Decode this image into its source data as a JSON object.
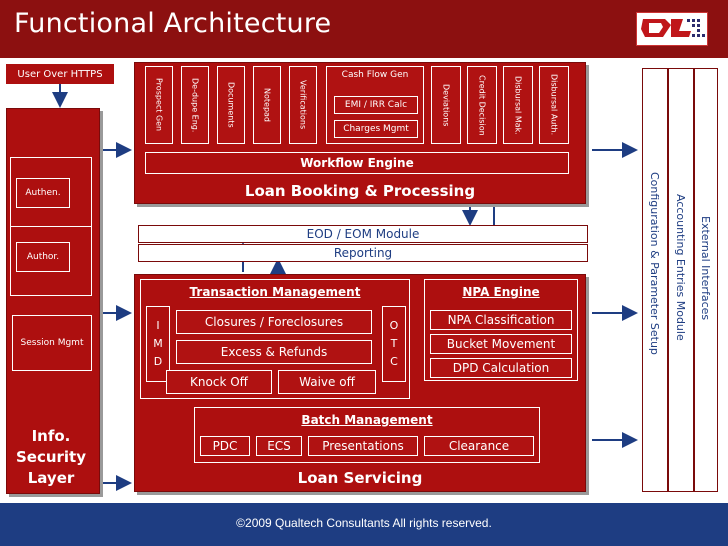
{
  "header": {
    "title": "Functional Architecture"
  },
  "footer": {
    "copyright": "©2009 Qualtech Consultants All rights reserved."
  },
  "left": {
    "user_label": "User Over HTTPS",
    "authen": "Authen.",
    "author": "Author.",
    "session": "Session Mgmt",
    "info_security": "Info. Security Layer"
  },
  "loan_booking": {
    "title": "Loan Booking & Processing",
    "workflow": "Workflow Engine",
    "modules": [
      "Prospect Gen",
      "De-dupe Eng.",
      "Documents",
      "Notepad",
      "Verifications",
      "Deviations",
      "Credit Decision",
      "Disbursal Mak.",
      "Disbursal Auth."
    ],
    "cash_flow": "Cash Flow Gen",
    "emi": "EMI / IRR Calc",
    "charges": "Charges Mgmt"
  },
  "middle": {
    "eod": "EOD / EOM Module",
    "reporting": "Reporting"
  },
  "servicing": {
    "title": "Loan Servicing",
    "transaction_mgmt": "Transaction Management",
    "imd": "I M D",
    "otc": "O T C",
    "closures": "Closures / Foreclosures",
    "excess": "Excess & Refunds",
    "knockoff": "Knock Off",
    "waiveoff": "Waive off",
    "npa_engine": "NPA Engine",
    "npa_class": "NPA Classification",
    "bucket": "Bucket Movement",
    "dpd": "DPD Calculation",
    "batch_mgmt": "Batch Management",
    "batch_items": [
      "PDC",
      "ECS",
      "Presentations",
      "Clearance"
    ]
  },
  "right": {
    "config": "Configuration & Parameter Setup",
    "accounting": "Accounting Entries Module",
    "external": "External Interfaces"
  },
  "colors": {
    "red": "#ad0f0f",
    "dark_red": "#8c1010",
    "navy": "#1e3d82"
  }
}
